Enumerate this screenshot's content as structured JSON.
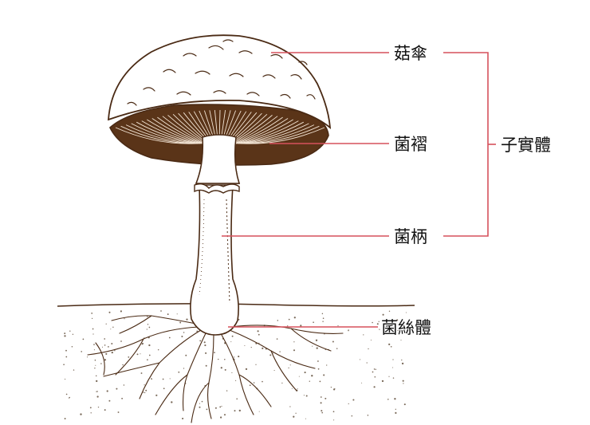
{
  "labels": {
    "cap": "菇傘",
    "gills": "菌褶",
    "stem": "菌柄",
    "mycelium": "菌絲體",
    "fruiting_body": "子實體"
  },
  "colors": {
    "leader_line": "#d6515c",
    "ink": "#4a2a14",
    "gill_fill": "#5a3418",
    "soil_dots": "#7a6a5a",
    "text": "#111111"
  }
}
